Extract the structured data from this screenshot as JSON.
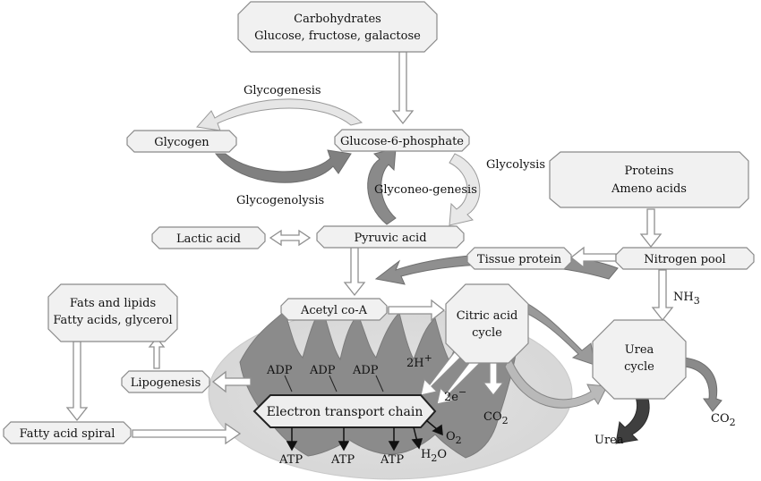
{
  "nodes": {
    "carbohydrates": {
      "line1": "Carbohydrates",
      "line2": "Glucose, fructose, galactose"
    },
    "glycogen": "Glycogen",
    "glucose6p": "Glucose-6-phosphate",
    "proteins": {
      "line1": "Proteins",
      "line2": "Ameno acids"
    },
    "lactic_acid": "Lactic acid",
    "pyruvic_acid": "Pyruvic acid",
    "tissue_protein": "Tissue protein",
    "nitrogen_pool": "Nitrogen pool",
    "fats": {
      "line1": "Fats and lipids",
      "line2": "Fatty acids, glycerol"
    },
    "acetyl_coa": "Acetyl co-A",
    "citric_acid_cycle": {
      "line1": "Citric acid",
      "line2": "cycle"
    },
    "urea_cycle": {
      "line1": "Urea",
      "line2": "cycle"
    },
    "lipogenesis": "Lipogenesis",
    "electron_transport_chain": "Electron transport chain",
    "fatty_acid_spiral": "Fatty acid spiral"
  },
  "labels": {
    "glycogenesis": "Glycogenesis",
    "glycogenolysis": "Glycogenolysis",
    "glycolysis": "Glycolysis",
    "glyconeogenesis": "Glyconeo-genesis",
    "nh3": {
      "base": "NH",
      "sub": "3"
    },
    "adp": [
      "ADP",
      "ADP",
      "ADP"
    ],
    "atp": [
      "ATP",
      "ATP",
      "ATP"
    ],
    "two_h_plus": {
      "base": "2H",
      "sup": "+"
    },
    "two_e_minus": {
      "base": "2e",
      "sup": "−"
    },
    "co2_citric": {
      "base": "CO",
      "sub": "2"
    },
    "co2_urea": {
      "base": "CO",
      "sub": "2"
    },
    "o2": {
      "base": "O",
      "sub": "2"
    },
    "h2o": {
      "base": "H",
      "sub": "2",
      "tail": "O"
    },
    "urea": "Urea"
  }
}
